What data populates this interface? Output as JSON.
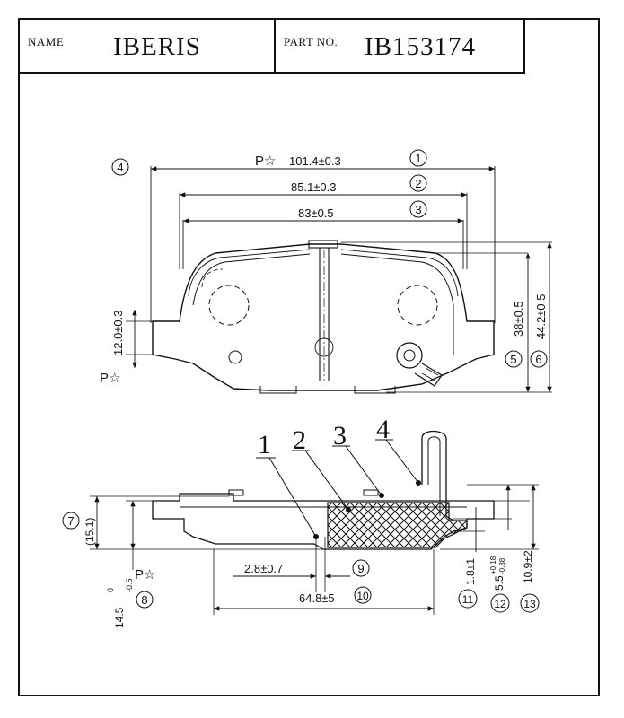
{
  "header": {
    "name_label": "NAME",
    "name_value": "IBERIS",
    "part_label": "PART NO.",
    "part_value": "IB153174"
  },
  "top_view": {
    "dim_1": "101.4±0.3",
    "dim_2": "85.1±0.3",
    "dim_3": "83±0.5",
    "dim_5": "38±0.5",
    "dim_6": "44.2±0.5",
    "dim_4": "12.0±0.3",
    "p_mark_top": "P☆",
    "p_mark_left": "P☆",
    "circ_1": "1",
    "circ_2": "2",
    "circ_3": "3",
    "circ_4": "4",
    "circ_5": "5",
    "circ_6": "6"
  },
  "side_view": {
    "callout_1": "1",
    "callout_2": "2",
    "callout_3": "3",
    "callout_4": "4",
    "dim_7": "(15.1)",
    "dim_8_main": "14.5",
    "dim_8_tol": "-0.5",
    "dim_8_tol0": "0",
    "p_mark": "P☆",
    "dim_9": "2.8±0.7",
    "dim_10": "64.8±5",
    "dim_11": "1.8±1",
    "dim_12_main": "5.5",
    "dim_12_tol_up": "+0.18",
    "dim_12_tol_dn": "-0.38",
    "dim_13": "10.9±2",
    "circ_7": "7",
    "circ_8": "8",
    "circ_9": "9",
    "circ_10": "10",
    "circ_11": "11",
    "circ_12": "12",
    "circ_13": "13"
  }
}
